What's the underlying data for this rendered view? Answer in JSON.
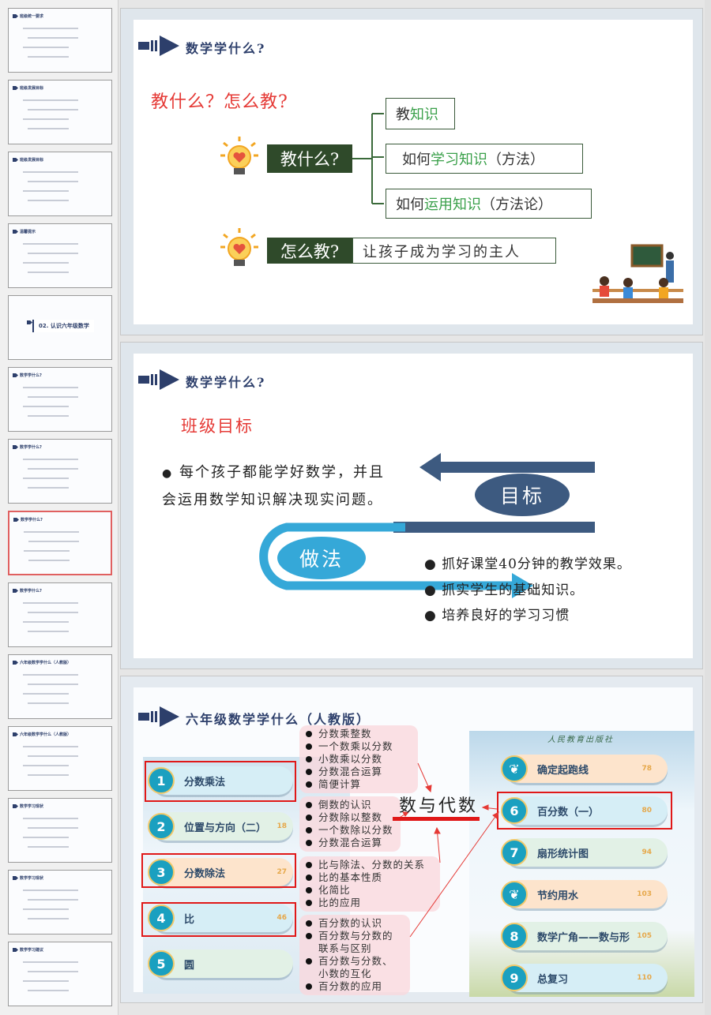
{
  "sidebar": {
    "thumbnails": [
      {
        "title": "班级统一要求"
      },
      {
        "title": "班级发展目标"
      },
      {
        "title": "班级发展目标"
      },
      {
        "title": "温馨提示"
      },
      {
        "title": "02. 认识六年级数学"
      },
      {
        "title": "数学学什么?"
      },
      {
        "title": "数学学什么?"
      },
      {
        "title": "数学学什么?"
      },
      {
        "title": "数学学什么?"
      },
      {
        "title": "六年级数学学什么（人教版）"
      },
      {
        "title": "六年级数学学什么（人教版）"
      },
      {
        "title": "数学学习现状"
      },
      {
        "title": "数学学习现状"
      },
      {
        "title": "数学学习建议"
      }
    ],
    "selected_index": 7
  },
  "slide1": {
    "title": "数学学什么?",
    "question": "教什么？怎么教?",
    "what_label": "教什么?",
    "branches": [
      {
        "pre": "教",
        "hl": "知识",
        "post": ""
      },
      {
        "pre": "如何",
        "hl": "学习知识",
        "post": "（方法）"
      },
      {
        "pre": "如何",
        "hl": "运用知识",
        "post": "（方法论）"
      }
    ],
    "how_label": "怎么教?",
    "how_answer": "让孩子成为学习的主人"
  },
  "slide2": {
    "title": "数学学什么?",
    "subtitle": "班级目标",
    "goal_line1": "每个孩子都能学好数学，并且",
    "goal_line2": "会运用数学知识解决现实问题。",
    "goal_label": "目标",
    "method_label": "做法",
    "methods": [
      "抓好课堂40分钟的教学效果。",
      "抓实学生的基础知识。",
      "培养良好的学习习惯"
    ]
  },
  "slide3": {
    "title": "六年级数学学什么（人教版）",
    "center": "数与代数",
    "publisher": "人民教育出版社",
    "left_units": [
      {
        "num": "1",
        "label": "分数乘法",
        "page": ""
      },
      {
        "num": "2",
        "label": "位置与方向（二）",
        "page": "18"
      },
      {
        "num": "3",
        "label": "分数除法",
        "page": "27"
      },
      {
        "num": "4",
        "label": "比",
        "page": "46"
      },
      {
        "num": "5",
        "label": "圆",
        "page": ""
      }
    ],
    "right_units": [
      {
        "num": "",
        "label": "确定起跑线",
        "page": "78"
      },
      {
        "num": "6",
        "label": "百分数（一）",
        "page": "80"
      },
      {
        "num": "7",
        "label": "扇形统计图",
        "page": "94"
      },
      {
        "num": "",
        "label": "节约用水",
        "page": "103"
      },
      {
        "num": "8",
        "label": "数学广角——数与形",
        "page": "105"
      },
      {
        "num": "9",
        "label": "总复习",
        "page": "110"
      }
    ],
    "notes": {
      "multiply": [
        "分数乘整数",
        "一个数乘以分数",
        "小数乘以分数",
        "分数混合运算",
        "简便计算"
      ],
      "divide": [
        "倒数的认识",
        "分数除以整数",
        "一个数除以分数",
        "分数混合运算"
      ],
      "ratio": [
        "比与除法、分数的关系",
        "比的基本性质",
        "化简比",
        "比的应用"
      ],
      "percent": [
        "百分数的认识",
        "百分数与分数的",
        "联系与区别",
        "百分数与分数、",
        "小数的互化",
        "百分数的应用"
      ]
    }
  },
  "colors": {
    "accent_red": "#e53935",
    "dark_green": "#2f4a2a",
    "navy": "#2d3f6b",
    "goal_blue": "#3d5a80",
    "method_blue": "#35a8d8",
    "unit_teal": "#1aa0c0"
  }
}
